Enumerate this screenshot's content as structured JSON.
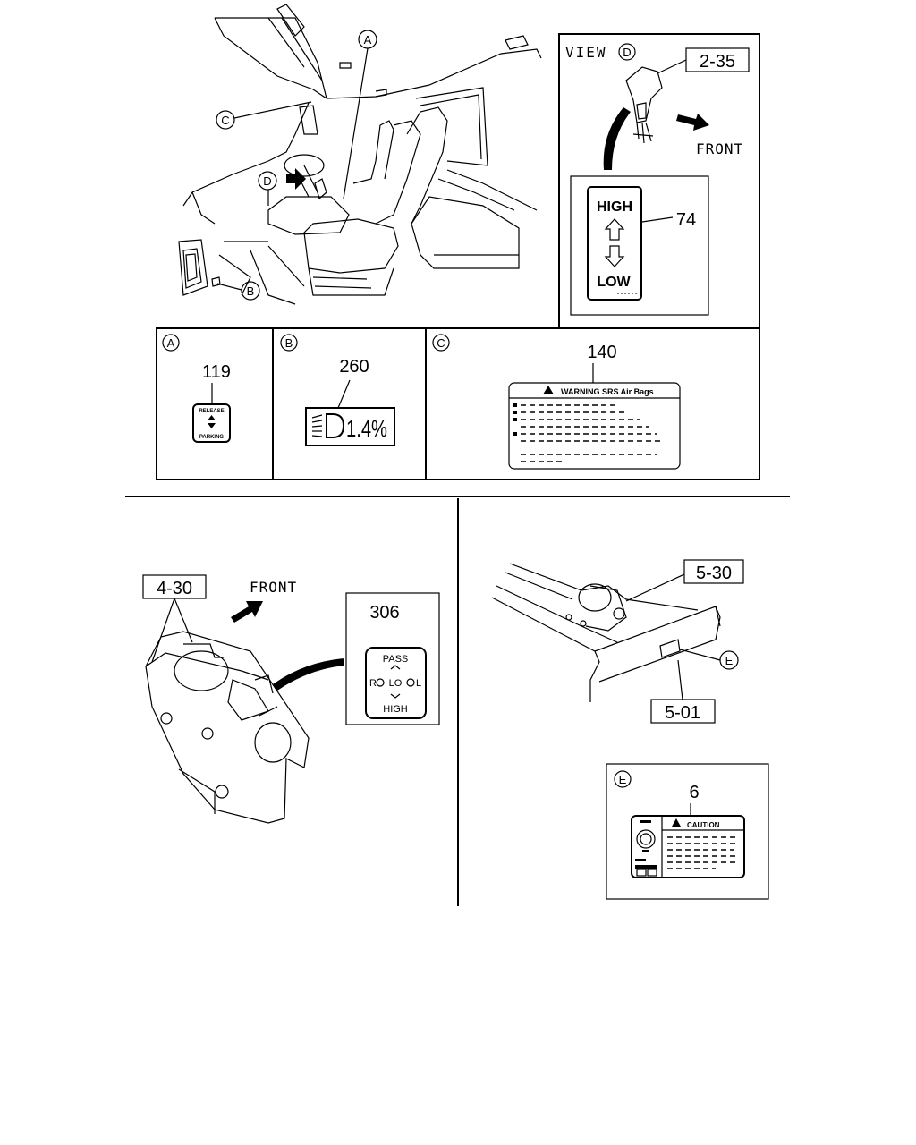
{
  "top_left": {
    "callouts": {
      "a": "A",
      "b": "B",
      "c": "C",
      "d": "D"
    }
  },
  "view_d": {
    "view_label": "VIEW",
    "view_marker": "D",
    "ref": "2-35",
    "front_label": "FRONT",
    "part_no": "74",
    "label_high": "HIGH",
    "label_low": "LOW",
    "icons": [
      "arrow-up-icon",
      "arrow-down-icon",
      "front-arrow-icon"
    ]
  },
  "detail_a": {
    "marker": "A",
    "part_no": "119",
    "label_top": "RELEASE",
    "label_bottom": "PARKING"
  },
  "detail_b": {
    "marker": "B",
    "part_no": "260",
    "label_text": "1.4%",
    "icons": [
      "headlamp-icon"
    ]
  },
  "detail_c": {
    "marker": "C",
    "part_no": "140",
    "label_title": "WARNING SRS Air Bags",
    "icons": [
      "warning-triangle-icon"
    ]
  },
  "bottom_left": {
    "ref": "4-30",
    "front_label": "FRONT",
    "part_no": "306",
    "label_pass": "PASS",
    "label_mid": "LO",
    "label_high": "HIGH"
  },
  "bottom_right": {
    "ref_top": "5-30",
    "marker": "E",
    "ref_bottom": "5-01"
  },
  "detail_e": {
    "marker": "E",
    "part_no": "6",
    "label_title": "CAUTION",
    "icons": [
      "warning-triangle-icon"
    ]
  }
}
